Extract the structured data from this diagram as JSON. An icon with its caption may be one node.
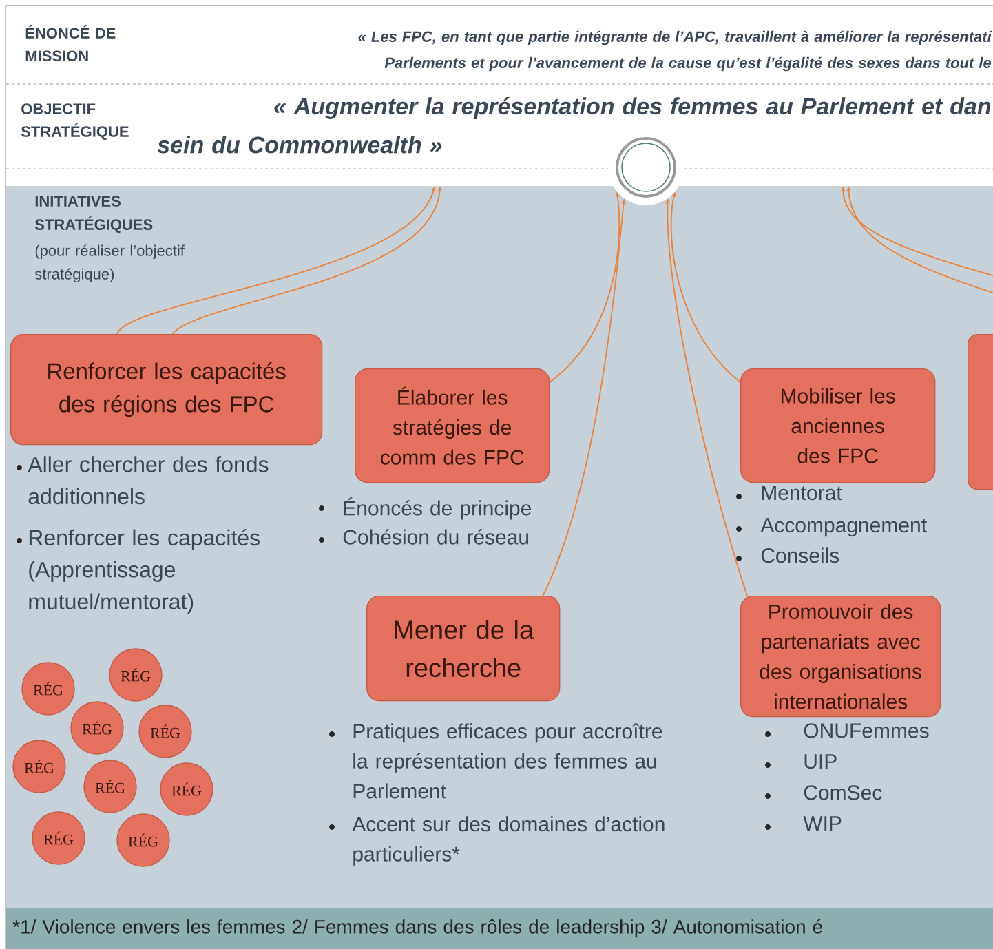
{
  "diagram": {
    "nodes": [
      {
        "text": [
          "ÉNONCÉ DE MISSION",
          "« Les FPC, en tant que partie intégrante de l’APC, travaillent à améliorer la représentati",
          "Parlements et pour l’avancement de la cause qu’est l’égalité des sexes dans tout le"
        ]
      },
      {
        "text": [
          "OBJECTIF STRATÉGIQUE",
          "« Augmenter la représentation des femmes au Parlement et dan",
          "sein du Commonwealth »"
        ]
      },
      {
        "text": [],
        "shape": "circle"
      },
      {
        "text": [
          "Renforcer les capacités des régions des FPC"
        ],
        "beside": [
          "Aller chercher des fonds additionnels",
          "Renforcer les capacités (Apprentissage mutuel/mentorat)"
        ]
      },
      {
        "text": [
          "Élaborer les stratégies de comm des FPC"
        ],
        "beside": [
          "Énoncés de principe",
          "Cohésion du réseau"
        ]
      },
      {
        "text": [
          "Mener de la recherche"
        ],
        "beside": [
          "Pratiques efficaces pour accroître la représentation des femmes au Parlement",
          "Accent sur des domaines d’action particuliers*"
        ]
      },
      {
        "text": [
          "Mobiliser les anciennes des FPC"
        ],
        "beside": [
          "Mentorat",
          "Accompagnement",
          "Conseils"
        ]
      },
      {
        "text": [
          "Promouvoir des partenariats avec des organisations internationales"
        ],
        "beside": [
          "ONUFemmes",
          "UIP",
          "ComSec",
          "WIP"
        ]
      },
      {
        "text": [],
        "shape": "box"
      },
      {
        "text": [
          "RÉG"
        ]
      },
      {
        "text": [
          "RÉG"
        ]
      },
      {
        "text": [
          "RÉG"
        ]
      },
      {
        "text": [
          "RÉG"
        ]
      },
      {
        "text": [
          "RÉG"
        ]
      },
      {
        "text": [
          "RÉG"
        ]
      },
      {
        "text": [
          "RÉG"
        ]
      },
      {
        "text": [
          "RÉG"
        ]
      },
      {
        "text": [
          "RÉG"
        ]
      }
    ],
    "edges": [
      {
        "from": 3,
        "to": 1,
        "arrow": "to"
      },
      {
        "from": 3,
        "to": 1,
        "arrow": "to"
      },
      {
        "from": 4,
        "to": 2,
        "arrow": "to"
      },
      {
        "from": 5,
        "to": 2,
        "arrow": "to"
      },
      {
        "from": 6,
        "to": 2,
        "arrow": "to"
      },
      {
        "from": 7,
        "to": 2,
        "arrow": "to"
      },
      {
        "from": null,
        "to": 1,
        "arrow": "to"
      },
      {
        "from": null,
        "to": 1,
        "arrow": "to"
      }
    ],
    "labels": [
      "INITIATIVES STRATÉGIQUES",
      "(pour réaliser l’objectif stratégique)",
      "*1/ Violence envers les femmes 2/ Femmes dans des rôles de leadership 3/ Autonomisation é"
    ]
  }
}
